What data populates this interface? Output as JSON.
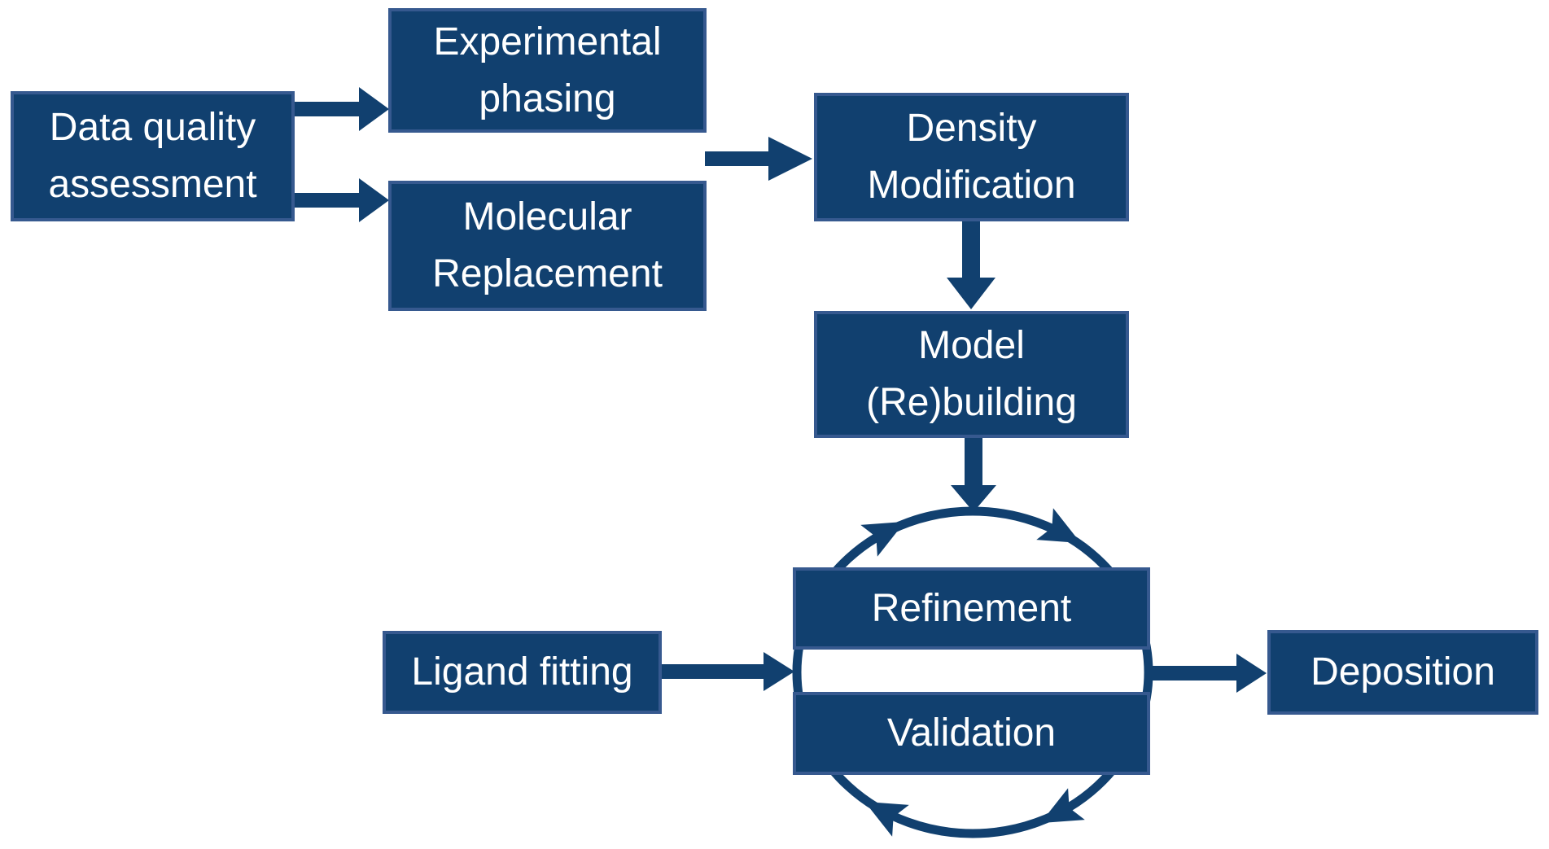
{
  "diagram": {
    "description_note": "flowchart of macromolecular structure determination steps",
    "nodes": {
      "data_quality": {
        "label": "Data quality\nassessment"
      },
      "experimental_phasing": {
        "label": "Experimental\nphasing"
      },
      "molecular_replacement": {
        "label": "Molecular\nReplacement"
      },
      "density_modification": {
        "label": "Density\nModification"
      },
      "model_rebuilding": {
        "label": "Model\n(Re)building"
      },
      "refinement": {
        "label": "Refinement"
      },
      "validation": {
        "label": "Validation"
      },
      "ligand_fitting": {
        "label": "Ligand fitting"
      },
      "deposition": {
        "label": "Deposition"
      }
    },
    "edges": [
      {
        "from": "data_quality",
        "to": "experimental_phasing",
        "type": "arrow"
      },
      {
        "from": "data_quality",
        "to": "molecular_replacement",
        "type": "arrow"
      },
      {
        "from": "experimental_phasing/molecular_replacement",
        "to": "density_modification",
        "type": "arrow"
      },
      {
        "from": "density_modification",
        "to": "model_rebuilding",
        "type": "arrow"
      },
      {
        "from": "model_rebuilding",
        "to": "refinement_validation_cycle",
        "type": "arrow"
      },
      {
        "from": "ligand_fitting",
        "to": "refinement_validation_cycle",
        "type": "arrow"
      },
      {
        "from": "refinement_validation_cycle",
        "to": "deposition",
        "type": "arrow"
      },
      {
        "between": [
          "refinement",
          "validation"
        ],
        "type": "cycle",
        "direction": "clockwise"
      }
    ]
  },
  "colors": {
    "box_fill": "#11406F",
    "box_border": "#36598F",
    "arrow": "#11406F",
    "text": "#FFFFFF",
    "background": "#FFFFFF"
  }
}
